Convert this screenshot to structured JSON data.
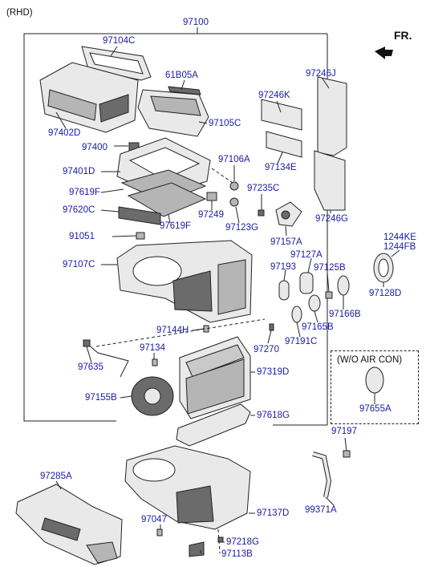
{
  "header": {
    "variant": "(RHD)",
    "assembly_number": "97100",
    "direction": "FR."
  },
  "option_box_label": "(W/O AIR CON)",
  "colors": {
    "part_number": "#1a1aa6",
    "text": "#111111",
    "line": "#222222"
  },
  "parts": [
    {
      "id": "97104C"
    },
    {
      "id": "61B05A"
    },
    {
      "id": "97246J"
    },
    {
      "id": "97246K"
    },
    {
      "id": "97402D"
    },
    {
      "id": "97105C"
    },
    {
      "id": "97134E"
    },
    {
      "id": "97400"
    },
    {
      "id": "97106A"
    },
    {
      "id": "97401D"
    },
    {
      "id": "97235C"
    },
    {
      "id": "97619F"
    },
    {
      "id": "97249"
    },
    {
      "id": "97620C"
    },
    {
      "id": "97123G"
    },
    {
      "id": "97246G"
    },
    {
      "id": "97619F"
    },
    {
      "id": "91051"
    },
    {
      "id": "97157A"
    },
    {
      "id": "1244KE"
    },
    {
      "id": "1244FB"
    },
    {
      "id": "97127A"
    },
    {
      "id": "97107C"
    },
    {
      "id": "97193"
    },
    {
      "id": "97125B"
    },
    {
      "id": "97128D"
    },
    {
      "id": "97166B"
    },
    {
      "id": "97165B"
    },
    {
      "id": "97144H"
    },
    {
      "id": "97191C"
    },
    {
      "id": "97134"
    },
    {
      "id": "97270"
    },
    {
      "id": "97635"
    },
    {
      "id": "97319D"
    },
    {
      "id": "97155B"
    },
    {
      "id": "97655A"
    },
    {
      "id": "97618G"
    },
    {
      "id": "97197"
    },
    {
      "id": "97285A"
    },
    {
      "id": "99371A"
    },
    {
      "id": "97047"
    },
    {
      "id": "97137D"
    },
    {
      "id": "97218G"
    },
    {
      "id": "97113B"
    }
  ]
}
